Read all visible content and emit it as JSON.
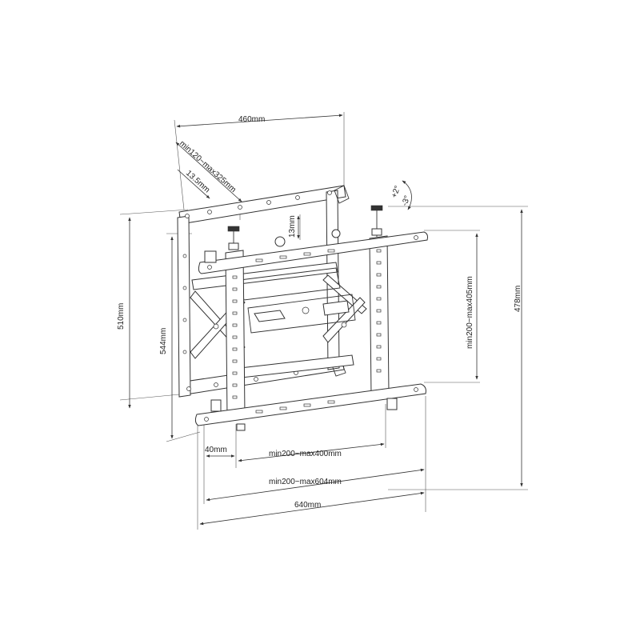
{
  "dimensions": {
    "width_top": "460mm",
    "vesa_top": "min120~max325mm",
    "offset": "13.5mm",
    "tilt_gap": "13mm",
    "tilt_plus": "+2°",
    "tilt_minus": "-3°",
    "height_total": "510mm",
    "height_inner": "544mm",
    "height_arms": "478mm",
    "vesa_vertical": "min200~max405mm",
    "arm_offset": "40mm",
    "vesa_inner": "min200~max400mm",
    "vesa_outer": "min200~max604mm",
    "width_bottom": "640mm"
  },
  "colors": {
    "line": "#333333",
    "background": "#ffffff"
  }
}
